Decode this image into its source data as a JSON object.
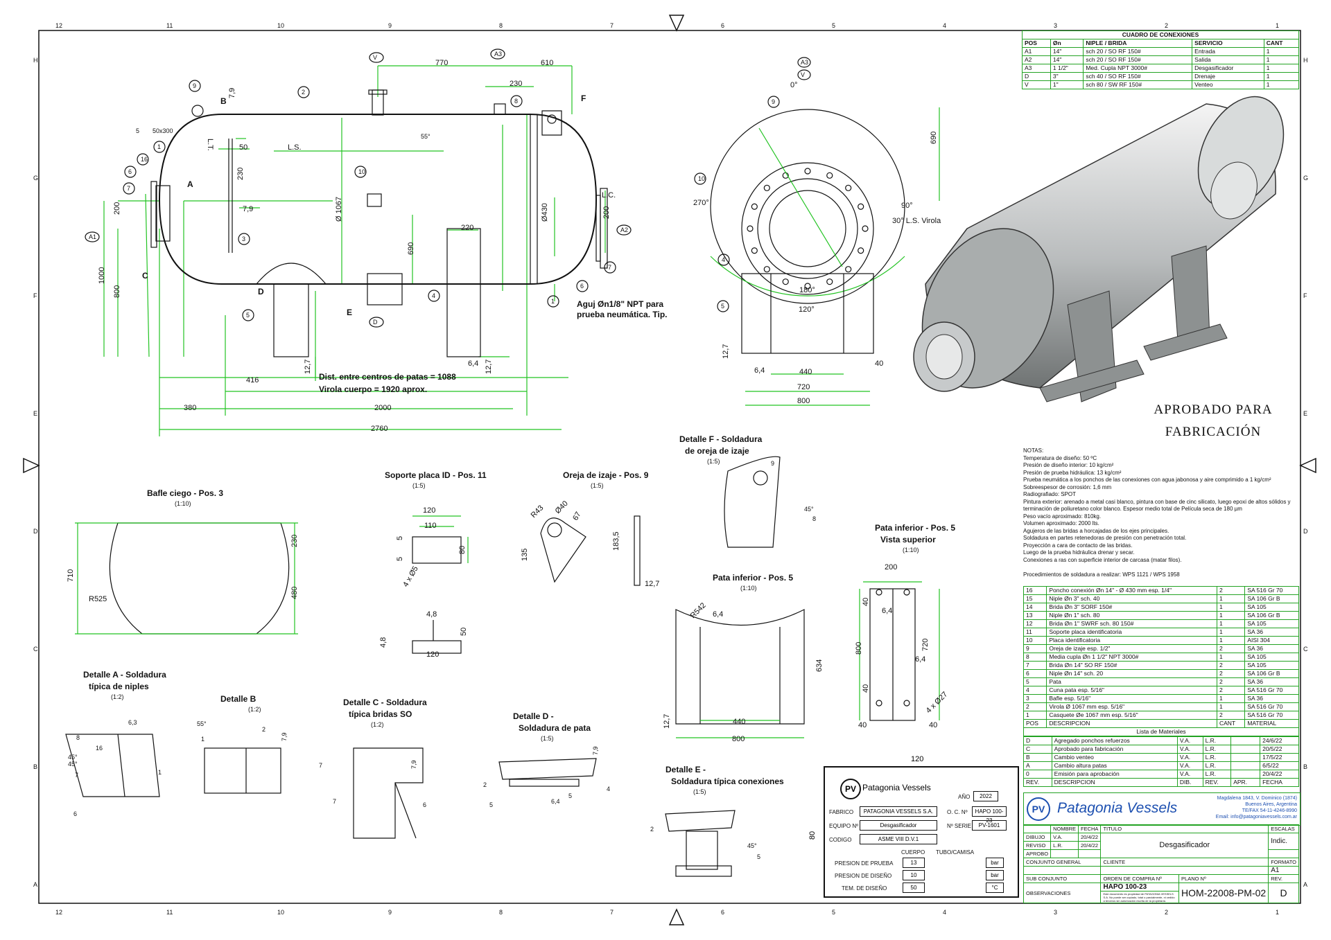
{
  "border": {
    "columns": [
      "12",
      "11",
      "10",
      "9",
      "8",
      "7",
      "6",
      "5",
      "4",
      "3",
      "2",
      "1"
    ],
    "rows": [
      "H",
      "G",
      "F",
      "E",
      "D",
      "C",
      "B",
      "A"
    ]
  },
  "connections_table": {
    "title": "CUADRO DE CONEXIONES",
    "headers": [
      "POS",
      "Øn",
      "NIPLE / BRIDA",
      "SERVICIO",
      "CANT"
    ],
    "rows": [
      [
        "A1",
        "14\"",
        "sch 20 / SO RF 150#",
        "Entrada",
        "1"
      ],
      [
        "A2",
        "14\"",
        "sch 20 / SO RF 150#",
        "Salida",
        "1"
      ],
      [
        "A3",
        "1 1/2\"",
        "Med. Cupla NPT 3000#",
        "Desgasificador",
        "1"
      ],
      [
        "D",
        "3\"",
        "sch 40 / SO RF 150#",
        "Drenaje",
        "1"
      ],
      [
        "V",
        "1\"",
        "sch 80 / SW RF 150#",
        "Venteo",
        "1"
      ]
    ]
  },
  "approved": {
    "line1": "APROBADO PARA",
    "line2": "FABRICACIÓN"
  },
  "notes": {
    "title": "NOTAS:",
    "lines": [
      "Temperatura de diseño: 50 ºC",
      "Presión de diseño interior: 10 kg/cm²",
      "Presión de prueba hidráulica: 13 kg/cm²",
      "Prueba neumática a los ponchos de las conexiones con agua jabonosa y aire comprimido a 1 kg/cm²",
      "Sobreespesor de corrosión: 1,6 mm",
      "Radiografiado: SPOT",
      "Pintura exterior: arenado a metal casi blanco, pintura con base de cinc silicato, luego epoxi de altos sólidos y",
      "terminación de poliuretano color blanco. Espesor medio total de Película seca de 180 µm",
      "Peso vacío aproximado: 810kg.",
      "Volumen aproximado: 2000 lts.",
      "Agujeros de las bridas a horcajadas de los ejes principales.",
      "Soldadura en partes retenedoras de presión con penetración total.",
      "Proyección a cara de contacto de las bridas.",
      "Luego de la prueba hidráulica drenar y secar.",
      "Conexiones a ras con superficie interior de carcasa (matar filos).",
      "",
      "Procedimientos de soldadura a realizar: WPS 1121 / WPS 1958"
    ]
  },
  "materials": {
    "caption": "Lista de Materiales",
    "headers": [
      "POS",
      "DESCRIPCION",
      "CANT",
      "MATERIAL"
    ],
    "rows": [
      [
        "16",
        "Poncho conexión Øn 14\" - Ø 430 mm esp. 1/4\"",
        "2",
        "SA 516 Gr 70"
      ],
      [
        "15",
        "Niple Øn 3\" sch. 40",
        "1",
        "SA 106 Gr B"
      ],
      [
        "14",
        "Brida Øn 3\" SORF 150#",
        "1",
        "SA 105"
      ],
      [
        "13",
        "Niple Øn 1\" sch. 80",
        "1",
        "SA 106 Gr B"
      ],
      [
        "12",
        "Brida Øn 1\" SWRF sch. 80 150#",
        "1",
        "SA 105"
      ],
      [
        "11",
        "Soporte placa identificatoria",
        "1",
        "SA 36"
      ],
      [
        "10",
        "Placa identificatoria",
        "1",
        "AISI 304"
      ],
      [
        "9",
        "Oreja de izaje esp. 1/2\"",
        "2",
        "SA 36"
      ],
      [
        "8",
        "Media cupla Øn 1 1/2\" NPT 3000#",
        "1",
        "SA 105"
      ],
      [
        "7",
        "Brida Øn 14\" SO RF 150#",
        "2",
        "SA 105"
      ],
      [
        "6",
        "Niple Øn 14\" sch. 20",
        "2",
        "SA 106 Gr B"
      ],
      [
        "5",
        "Pata",
        "2",
        "SA 36"
      ],
      [
        "4",
        "Cuna pata esp. 5/16\"",
        "2",
        "SA 516 Gr 70"
      ],
      [
        "3",
        "Bafle esp. 5/16\"",
        "1",
        "SA 36"
      ],
      [
        "2",
        "Virola Ø 1067 mm esp. 5/16\"",
        "1",
        "SA 516 Gr 70"
      ],
      [
        "1",
        "Casquete Øe 1067 mm esp. 5/16\"",
        "2",
        "SA 516 Gr 70"
      ]
    ]
  },
  "revisions": {
    "headers": [
      "REV.",
      "DESCRIPCION",
      "DIB.",
      "REV.",
      "APR.",
      "FECHA"
    ],
    "rows": [
      [
        "D",
        "Agregado ponchos refuerzos",
        "V.A.",
        "L.R.",
        "",
        "24/6/22"
      ],
      [
        "C",
        "Aprobado para fabricación",
        "V.A.",
        "L.R.",
        "",
        "20/5/22"
      ],
      [
        "B",
        "Cambio venteo",
        "V.A.",
        "L.R.",
        "",
        "17/5/22"
      ],
      [
        "A",
        "Cambio altura patas",
        "V.A.",
        "L.R.",
        "",
        "6/5/22"
      ],
      [
        "0",
        "Emisión para aprobación",
        "V.A.",
        "L.R.",
        "",
        "20/4/22"
      ]
    ]
  },
  "title_block": {
    "company": "Patagonia Vessels",
    "logo": "PV",
    "address": [
      "Magdalena 1843, V. Dominico (1874)",
      "Buenos Aires, Argentina",
      "TE/FAX 54-11-4246-8990",
      "Email: info@patagoniavessels.com.ar"
    ],
    "nombre_label": "NOMBRE",
    "fecha_label": "FECHA",
    "titulo_label": "TITULO",
    "dibujo_label": "DIBUJO",
    "dibujo_name": "V.A.",
    "dibujo_date": "20/4/22",
    "reviso_label": "REVISO",
    "reviso_name": "L.R.",
    "reviso_date": "20/4/22",
    "aprobo_label": "APROBO",
    "title": "Desgasificador",
    "escalas_label": "ESCALAS",
    "escala": "Indic.",
    "conjunto_label": "CONJUNTO GENERAL",
    "cliente_label": "CLIENTE",
    "formato_label": "FORMATO",
    "formato": "A1",
    "subconjunto_label": "SUB CONJUNTO",
    "orden_label": "ORDEN DE COMPRA Nº",
    "orden": "HAPO 100-23",
    "plano_label": "PLANO Nº",
    "plano": "HOM-22008-PM-02",
    "rev_label": "REV.",
    "rev": "D",
    "observaciones_label": "OBSERVACIONES",
    "legal": "Este documento es propiedad de PATAGONIA VESSELS S.A. No puede ser copiado, total o parcialmente, ni cedido a terceros sin autorización escrita de la propietaria."
  },
  "nameplate": {
    "company": "Patagonia Vessels",
    "logo": "PV",
    "ano_label": "AÑO",
    "ano": "2022",
    "fabrico_label": "FABRICO",
    "fabrico": "PATAGONIA VESSELS S.A.",
    "oc_label": "O. C. Nº",
    "oc": "HAPO 100-23",
    "equipo_label": "EQUIPO Nº",
    "equipo": "Desgasificador",
    "serie_label": "Nº SERIE",
    "serie": "PV-1601",
    "codigo_label": "CODIGO",
    "codigo": "ASME VIII D.V.1",
    "cuerpo_label": "CUERPO",
    "tubo_label": "TUBO/CAMISA",
    "prueba_label": "PRESION DE PRUEBA",
    "prueba": "13",
    "prueba_unit": "bar",
    "diseno_label": "PRESION DE DISEÑO",
    "diseno": "10",
    "diseno_unit": "bar",
    "temp_label": "TEM. DE DISEÑO",
    "temp": "50",
    "temp_unit": "°C",
    "dim_w": "120",
    "dim_h": "80"
  },
  "front_view": {
    "dims": [
      "770",
      "610",
      "230",
      "7,9",
      "50",
      "230",
      "7,9",
      "L.S.",
      "L.T.",
      "Ø 1067",
      "690",
      "220",
      "200",
      "Ø430",
      "200",
      "L.C.",
      "1000",
      "800",
      "12,7",
      "6,4",
      "12,7",
      "416",
      "380",
      "2000",
      "2760"
    ],
    "notes": [
      "Aguj Øn1/8\" NPT para",
      "prueba neumática. Tip.",
      "Dist. entre centros de patas = 1088",
      "Virola cuerpo = 1920 aprox.",
      "5",
      "50x300",
      "55°"
    ],
    "letters": [
      "B",
      "A",
      "C",
      "D",
      "E",
      "F"
    ],
    "balloons": [
      "9",
      "2",
      "8",
      "1",
      "16",
      "6",
      "7",
      "10",
      "3",
      "5",
      "4",
      "1",
      "6",
      "7"
    ],
    "hex_tags": [
      "V",
      "A3",
      "A1",
      "A2",
      "D"
    ]
  },
  "side_view": {
    "dims": [
      "0°",
      "690",
      "90°",
      "30° L.S. Virola",
      "270°",
      "180°",
      "120°",
      "12,7",
      "6,4",
      "440",
      "40",
      "720",
      "800"
    ],
    "balloons": [
      "9",
      "10",
      "4",
      "5"
    ],
    "hex_tags": [
      "A3",
      "V"
    ]
  },
  "details": {
    "bafle": {
      "title": "Bafle ciego - Pos. 3",
      "scale": "(1:10)",
      "dims": [
        "230",
        "710",
        "480",
        "R525"
      ]
    },
    "soporte": {
      "title": "Soporte placa ID  - Pos. 11",
      "scale": "(1:5)",
      "dims": [
        "120",
        "110",
        "5",
        "5",
        "80",
        "4 x Ø5",
        "4,8",
        "4,8",
        "50",
        "120"
      ]
    },
    "oreja": {
      "title": "Oreja de izaje - Pos. 9",
      "scale": "(1:5)",
      "dims": [
        "R43",
        "Ø40",
        "67",
        "135",
        "183,5",
        "12,7"
      ]
    },
    "detF": {
      "title": "Detalle F - Soldadura",
      "title2": "de oreja de izaje",
      "scale": "(1:5)",
      "marks": [
        "9",
        "45°",
        "8"
      ]
    },
    "pata": {
      "title": "Pata inferior - Pos. 5",
      "scale": "(1:10)",
      "dims": [
        "R542",
        "6,4",
        "634",
        "12,7",
        "440",
        "800"
      ]
    },
    "pataSup": {
      "title": "Pata inferior - Pos. 5",
      "title2": "Vista superior",
      "scale": "(1:10)",
      "dims": [
        "200",
        "40",
        "6,4",
        "800",
        "720",
        "6,4",
        "40",
        "40",
        "40",
        "4 x Ø27"
      ]
    },
    "detA": {
      "title": "Detalle A - Soldadura",
      "title2": "típica de niples",
      "scale": "(1:2)",
      "marks": [
        "6,3",
        "8",
        "16",
        "45°",
        "45°",
        "7",
        "1",
        "6"
      ]
    },
    "detB": {
      "title": "Detalle B",
      "scale": "(1:2)",
      "marks": [
        "55°",
        "1",
        "2",
        "7,9"
      ]
    },
    "detC": {
      "title": "Detalle C - Soldadura",
      "title2": "típica bridas SO",
      "scale": "(1:2)",
      "marks": [
        "7",
        "7,9",
        "7",
        "6"
      ]
    },
    "detD": {
      "title": "Detalle D -",
      "title2": "Soldadura de pata",
      "scale": "(1:5)",
      "marks": [
        "7,9",
        "2",
        "4",
        "5",
        "6,4",
        "5"
      ]
    },
    "detE": {
      "title": "Detalle E -",
      "title2": "Soldadura típica conexiones",
      "scale": "(1:5)",
      "marks": [
        "2",
        "45°",
        "5"
      ]
    }
  }
}
